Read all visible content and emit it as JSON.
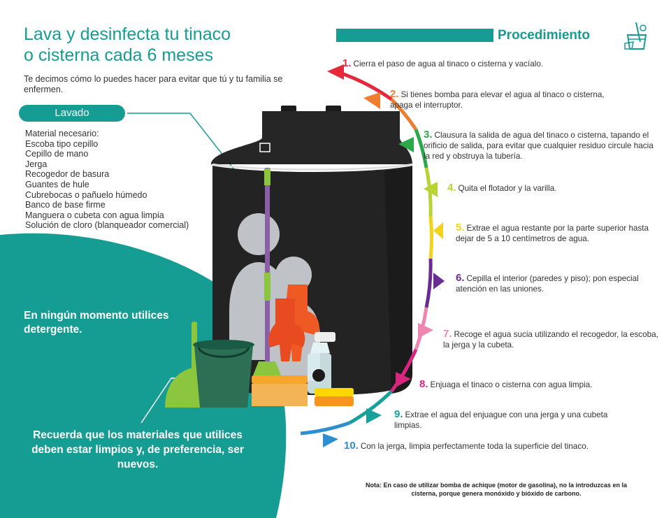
{
  "header": {
    "title_line1": "Lava y desinfecta tu tinaco",
    "title_line2": "o cisterna cada 6 meses",
    "intro": "Te decimos cómo lo puedes hacer para evitar que tú y tu familia se enfermen."
  },
  "lavado": {
    "label": "Lavado",
    "materials_title": "Material necesario:",
    "materials": [
      "Escoba tipo cepillo",
      "Cepillo de mano",
      "Jerga",
      "Recogedor de basura",
      "Guantes de hule",
      "Cubrebocas o pañuelo húmedo",
      "Banco de base firme",
      "Manguera o cubeta con agua limpia",
      "Solución de cloro (blanqueador comercial)"
    ]
  },
  "warnings": {
    "detergent": "En ningún momento utilices detergente.",
    "materials_clean": "Recuerda que los materiales que utilices deben estar limpios y, de preferencia, ser nuevos."
  },
  "procedure": {
    "title": "Procedimiento",
    "icon": "bucket-mop-icon",
    "steps": [
      {
        "num": "1.",
        "color": "#e5293b",
        "text": "Cierra el paso de agua al tinaco o cisterna y vacíalo."
      },
      {
        "num": "2.",
        "color": "#ef7d2f",
        "text": "Si tienes bomba para elevar el agua al tinaco o cisterna, apaga el interruptor."
      },
      {
        "num": "3.",
        "color": "#2aa84a",
        "text": "Clausura la salida de agua del tinaco o cisterna, tapando el orificio de salida, para evitar que cualquier residuo circule hacia la red y obstruya la tubería."
      },
      {
        "num": "4.",
        "color": "#b7d334",
        "text": "Quita el flotador y la varilla."
      },
      {
        "num": "5.",
        "color": "#f3d21c",
        "text": "Extrae el agua restante por la parte superior hasta dejar de 5 a 10 centímetros de agua."
      },
      {
        "num": "6.",
        "color": "#6b2c91",
        "text": "Cepilla el interior (paredes y piso); pon especial atención en las uniones."
      },
      {
        "num": "7.",
        "color": "#ef86b0",
        "text": "Recoge el agua sucia utilizando el recogedor, la escoba, la jerga y la cubeta."
      },
      {
        "num": "8.",
        "color": "#d8267e",
        "text": "Enjuaga el tinaco o cisterna con agua limpia."
      },
      {
        "num": "9.",
        "color": "#17a19a",
        "text": "Extrae el agua del enjuague con una jerga y una cubeta limpias."
      },
      {
        "num": "10.",
        "color": "#2e8fd0",
        "text": "Con la jerga, limpia perfectamente toda la superficie del tinaco."
      }
    ]
  },
  "note": "Nota: En caso de utilizar bomba de achique (motor de gasolina), no la introduzcas en la cisterna, porque genera monóxido y bióxido de carbono.",
  "colors": {
    "teal": "#159d94",
    "tank": "#232323"
  }
}
